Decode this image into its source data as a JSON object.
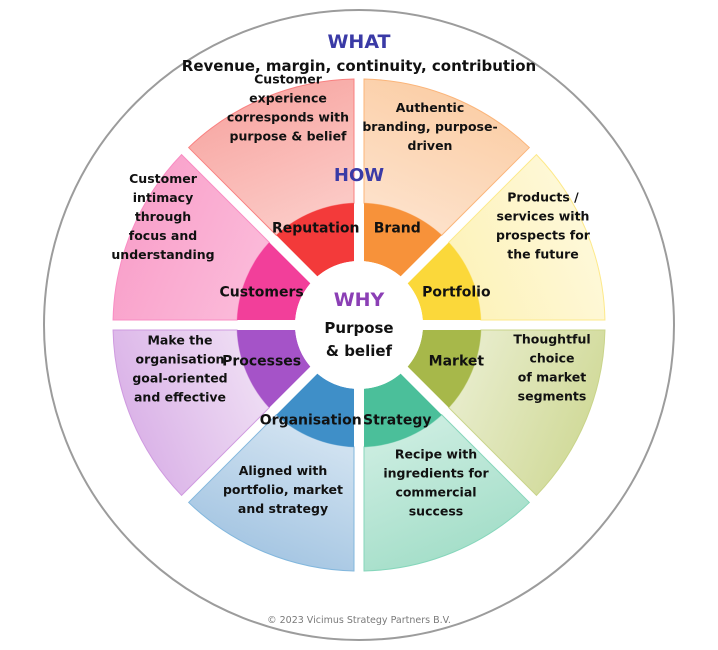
{
  "what": {
    "title": "WHAT",
    "subtitle": "Revenue, margin, continuity, contribution",
    "title_color": "#3a3aa6"
  },
  "how": {
    "title": "HOW",
    "title_color": "#3a3aa6"
  },
  "why": {
    "title": "WHY",
    "title_color": "#8b3fb5",
    "lines": [
      "Purpose",
      "& belief"
    ]
  },
  "segments": [
    {
      "name": "Brand",
      "inner_label": [
        "Brand"
      ],
      "outer_label": [
        "Authentic",
        "branding, purpose-",
        "driven"
      ],
      "inner_color": "#f7923a",
      "inner_color_light": "#fbb57a",
      "outer_color": "#fde0c8",
      "outer_color_light": "#fbcfa8"
    },
    {
      "name": "Portfolio",
      "inner_label": [
        "Portfolio"
      ],
      "outer_label": [
        "Products /",
        "services with",
        "prospects for",
        "the future"
      ],
      "inner_color": "#fbd83a",
      "inner_color_light": "#fde98a",
      "outer_color": "#fdf3bd",
      "outer_color_light": "#fef8d8"
    },
    {
      "name": "Market",
      "inner_label": [
        "Market"
      ],
      "outer_label": [
        "Thoughtful",
        "choice",
        "of market",
        "segments"
      ],
      "inner_color": "#a7b84a",
      "inner_color_light": "#c9d48a",
      "outer_color": "#e6ebc8",
      "outer_color_light": "#d2db9c"
    },
    {
      "name": "Strategy",
      "inner_label": [
        "Strategy"
      ],
      "outer_label": [
        "Recipe with",
        "ingredients for",
        "commercial",
        "success"
      ],
      "inner_color": "#4bbf9a",
      "inner_color_light": "#86d6bb",
      "outer_color": "#c9ecdf",
      "outer_color_light": "#a6dfca"
    },
    {
      "name": "Organisation",
      "inner_label": [
        "Organisation"
      ],
      "outer_label": [
        "Aligned with",
        "portfolio, market",
        "and strategy"
      ],
      "inner_color": "#3f8fc8",
      "inner_color_light": "#82b7dd",
      "outer_color": "#cfe1f0",
      "outer_color_light": "#a7c7e3"
    },
    {
      "name": "Processes",
      "inner_label": [
        "Processes"
      ],
      "outer_label": [
        "Make the",
        "organisation",
        "goal-oriented",
        "and effective"
      ],
      "inner_color": "#a553c8",
      "inner_color_light": "#cf9ae0",
      "outer_color": "#eddaf3",
      "outer_color_light": "#dbb4e8"
    },
    {
      "name": "Customers",
      "inner_label": [
        "Customers"
      ],
      "outer_label": [
        "Customer",
        "intimacy",
        "through",
        "focus and",
        "understanding"
      ],
      "inner_color": "#f23f9a",
      "inner_color_light": "#f98cc3",
      "outer_color": "#fbb8d8",
      "outer_color_light": "#f9a2cb"
    },
    {
      "name": "Reputation",
      "inner_label": [
        "Reputation"
      ],
      "outer_label": [
        "Customer",
        "experience",
        "corresponds with",
        "purpose & belief"
      ],
      "inner_color": "#f33a3a",
      "inner_color_light": "#f98080",
      "outer_color": "#fbc8c4",
      "outer_color_light": "#f8aaa6"
    }
  ],
  "footer": {
    "copyright": "© 2023 Vicimus Strategy Partners B.V."
  }
}
